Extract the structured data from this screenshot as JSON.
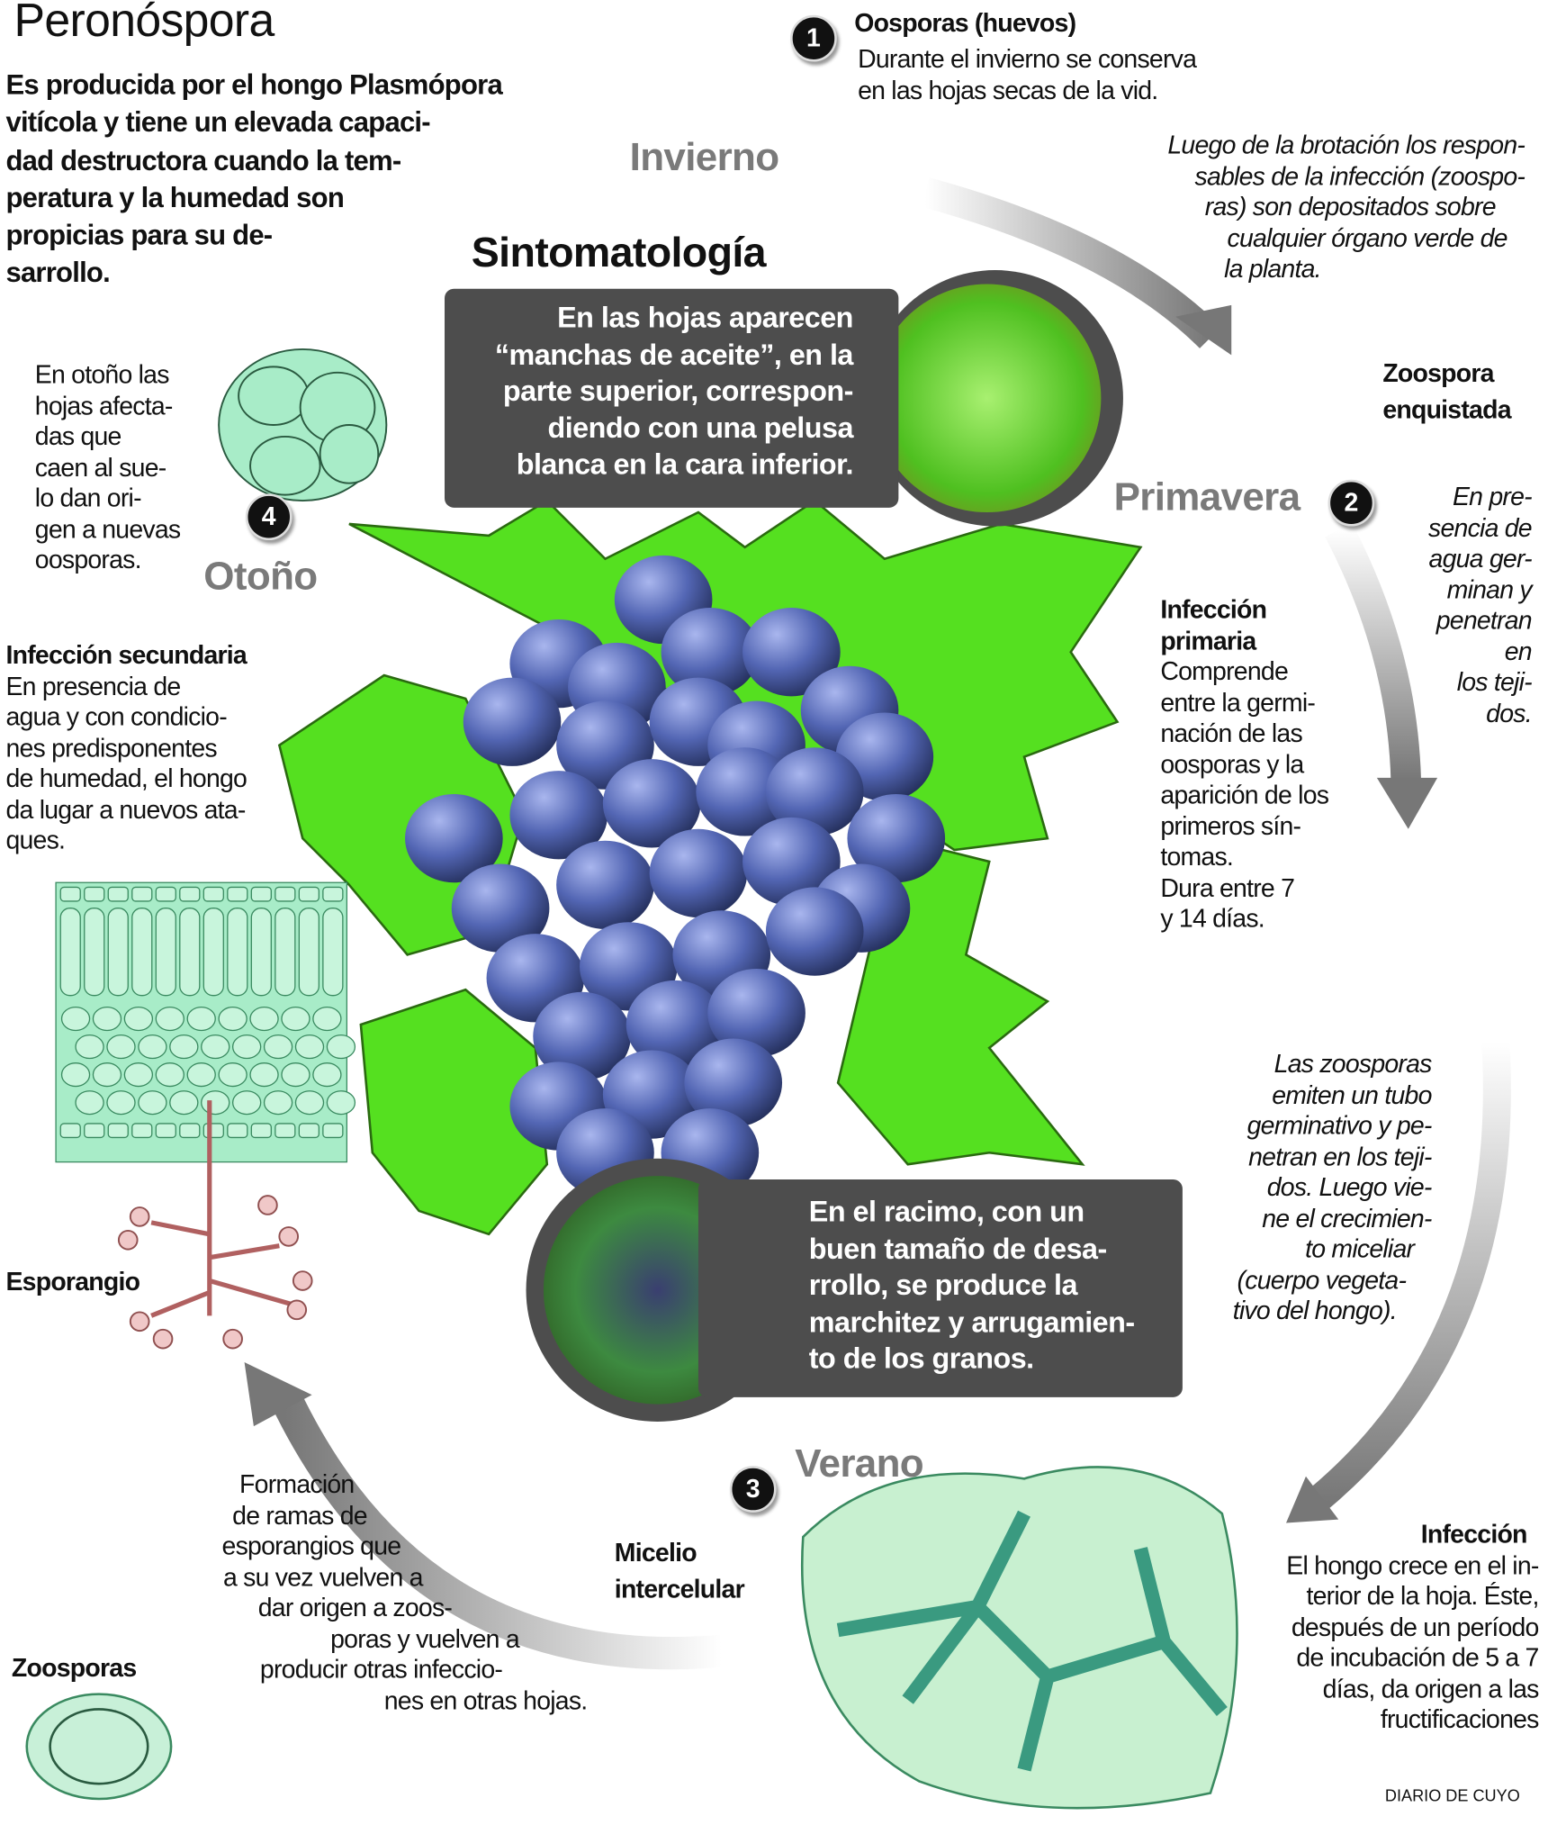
{
  "title": "Peronóspora",
  "intro": [
    "Es producida por el hongo Plasmópora",
    "vitícola y tiene un elevada capaci-",
    "dad destructora cuando la tem-",
    "peratura y la humedad son",
    "propicias para su de-",
    "sarrollo."
  ],
  "seasons": {
    "winter": "Invierno",
    "spring": "Primavera",
    "summer": "Verano",
    "autumn": "Otoño"
  },
  "steps": {
    "s1": {
      "num": "1",
      "title": "Oosporas (huevos)",
      "text": [
        "Durante el invierno se conserva",
        "en las hojas secas de la vid."
      ]
    },
    "s2": {
      "num": "2"
    },
    "s3": {
      "num": "3"
    },
    "s4": {
      "num": "4"
    }
  },
  "winter_note": [
    "Luego de la brotación los respon-",
    "sables de la infección (zoospo-",
    "ras) son depositados sobre",
    "cualquier órgano verde de",
    "la planta."
  ],
  "zoospora_enquistada": [
    "Zoospora",
    "enquistada"
  ],
  "spring_note": [
    "En pre-",
    "sencia de",
    "agua ger-",
    "minan y",
    "penetran",
    "en",
    "los teji-",
    "dos."
  ],
  "infeccion_primaria": {
    "title": [
      "Infección",
      "primaria"
    ],
    "text": [
      "Comprende",
      "entre la germi-",
      "nación de las",
      "oosporas y la",
      "aparición de los",
      "primeros sín-",
      "tomas.",
      "Dura entre 7",
      "y 14 días."
    ]
  },
  "sintomatologia": {
    "title": "Sintomatología",
    "leaves": [
      "En las hojas aparecen",
      "“manchas de aceite”, en la",
      "parte superior, correspon-",
      "diendo con una pelusa",
      "blanca en la cara inferior."
    ],
    "cluster": [
      "En el racimo, con un",
      "buen tamaño de desa-",
      "rrollo, se produce la",
      "marchitez y arrugamien-",
      "to de los granos."
    ]
  },
  "autumn_note": [
    "En otoño las",
    "hojas afecta-",
    "das que",
    "caen al sue-",
    "lo dan ori-",
    "gen a nuevas",
    "oosporas."
  ],
  "infeccion_secundaria": {
    "title": "Infección secundaria",
    "text": [
      "En presencia de",
      "agua y con condicio-",
      "nes predisponentes",
      "de humedad, el hongo",
      "da lugar a nuevos ata-",
      "ques."
    ]
  },
  "esporangio": "Esporangio",
  "summer_note": [
    "Las zoosporas",
    "emiten un tubo",
    "germinativo y pe-",
    "netran en los teji-",
    "dos. Luego vie-",
    "ne el crecimien-",
    "to miceliar",
    "(cuerpo vegeta-",
    "tivo del hongo)."
  ],
  "infeccion": {
    "title": "Infección",
    "text": [
      "El hongo crece en el in-",
      "terior de la hoja. Éste,",
      "después de un período",
      "de incubación de 5 a 7",
      "días, da origen a las",
      "fructificaciones"
    ]
  },
  "micelio": [
    "Micelio",
    "intercelular"
  ],
  "formacion": [
    "Formación",
    "de ramas de",
    "esporangios que",
    "a su vez vuelven a",
    "dar origen a zoos-",
    "poras y vuelven a",
    "producir otras infeccio-",
    "nes en otras hojas."
  ],
  "zoosporas": "Zoosporas",
  "credit": "DIARIO DE CUYO",
  "colors": {
    "box": "#4d4d4d",
    "leaf": "#55e020",
    "grape": "#4a5ca8",
    "season": "#7a7a7a"
  }
}
